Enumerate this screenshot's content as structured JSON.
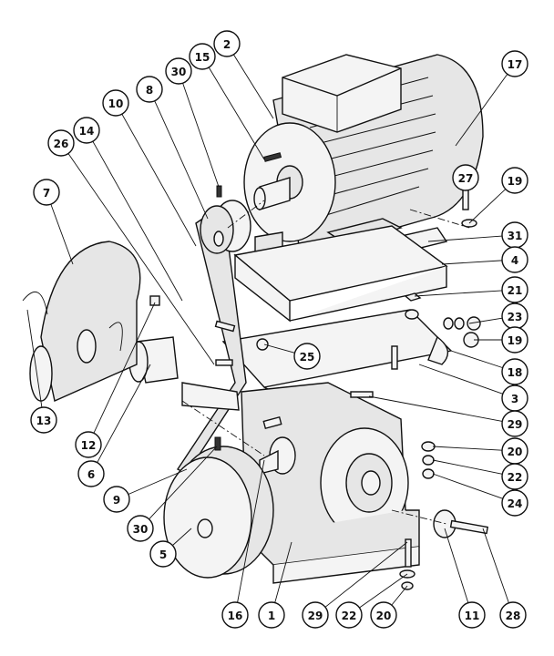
{
  "diagram": {
    "type": "exploded-assembly-view",
    "callouts": [
      {
        "label": "2"
      },
      {
        "label": "15"
      },
      {
        "label": "30"
      },
      {
        "label": "8"
      },
      {
        "label": "10"
      },
      {
        "label": "14"
      },
      {
        "label": "26"
      },
      {
        "label": "17"
      },
      {
        "label": "27"
      },
      {
        "label": "19"
      },
      {
        "label": "7"
      },
      {
        "label": "31"
      },
      {
        "label": "4"
      },
      {
        "label": "21"
      },
      {
        "label": "23"
      },
      {
        "label": "19"
      },
      {
        "label": "25"
      },
      {
        "label": "18"
      },
      {
        "label": "3"
      },
      {
        "label": "13"
      },
      {
        "label": "12"
      },
      {
        "label": "29"
      },
      {
        "label": "6"
      },
      {
        "label": "20"
      },
      {
        "label": "9"
      },
      {
        "label": "22"
      },
      {
        "label": "24"
      },
      {
        "label": "30"
      },
      {
        "label": "5"
      },
      {
        "label": "16"
      },
      {
        "label": "1"
      },
      {
        "label": "29"
      },
      {
        "label": "22"
      },
      {
        "label": "20"
      },
      {
        "label": "11"
      },
      {
        "label": "28"
      }
    ]
  }
}
